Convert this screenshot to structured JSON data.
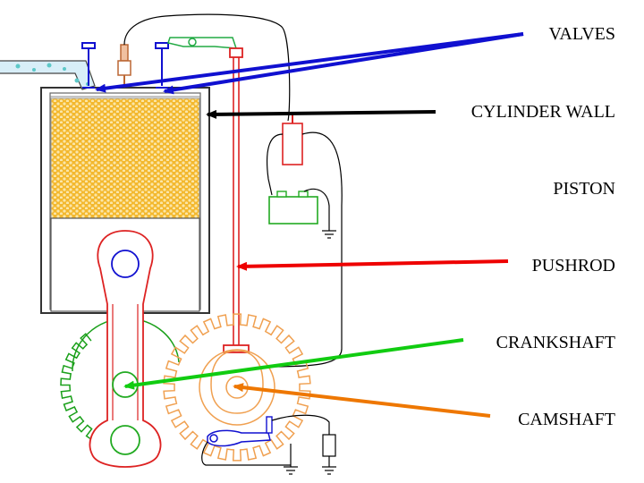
{
  "labels": {
    "valves": "VALVES",
    "cylinder_wall": "CYLINDER WALL",
    "piston": "PISTON",
    "pushrod": "PUSHROD",
    "crankshaft": "CRANKSHAFT",
    "camshaft": "CAMSHAFT"
  },
  "colors": {
    "valves_arrow": "#1010d0",
    "cylinder_wall_arrow": "#000000",
    "pushrod_arrow": "#ee0000",
    "crankshaft_arrow": "#11cc11",
    "camshaft_arrow": "#ee7700",
    "piston_fill": "#f3b82e",
    "camshaft_gear": "#f0a050",
    "crankshaft_gear": "#1aa01a",
    "connecting_rod": "#dd2222",
    "coil": "#dd2222",
    "battery": "#22aa22",
    "wiring": "#000000"
  },
  "icons": [
    "spark-plug-icon",
    "intake-valve-icon",
    "exhaust-valve-icon",
    "battery-icon",
    "ignition-coil-icon",
    "ground-icon"
  ]
}
